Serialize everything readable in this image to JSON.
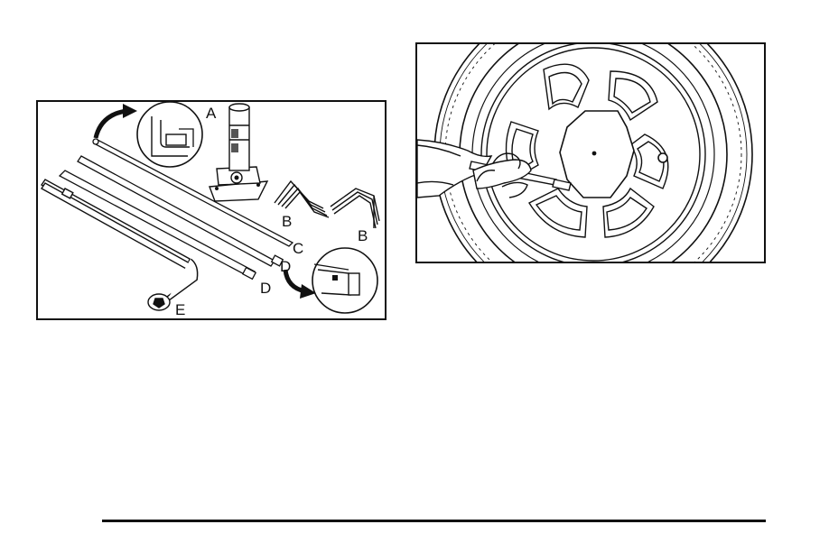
{
  "tools_figure": {
    "labels": {
      "a": "A",
      "b1": "B",
      "b2": "B",
      "c": "C",
      "d1": "D",
      "d2": "D",
      "e": "E"
    }
  },
  "wheel_figure": {}
}
